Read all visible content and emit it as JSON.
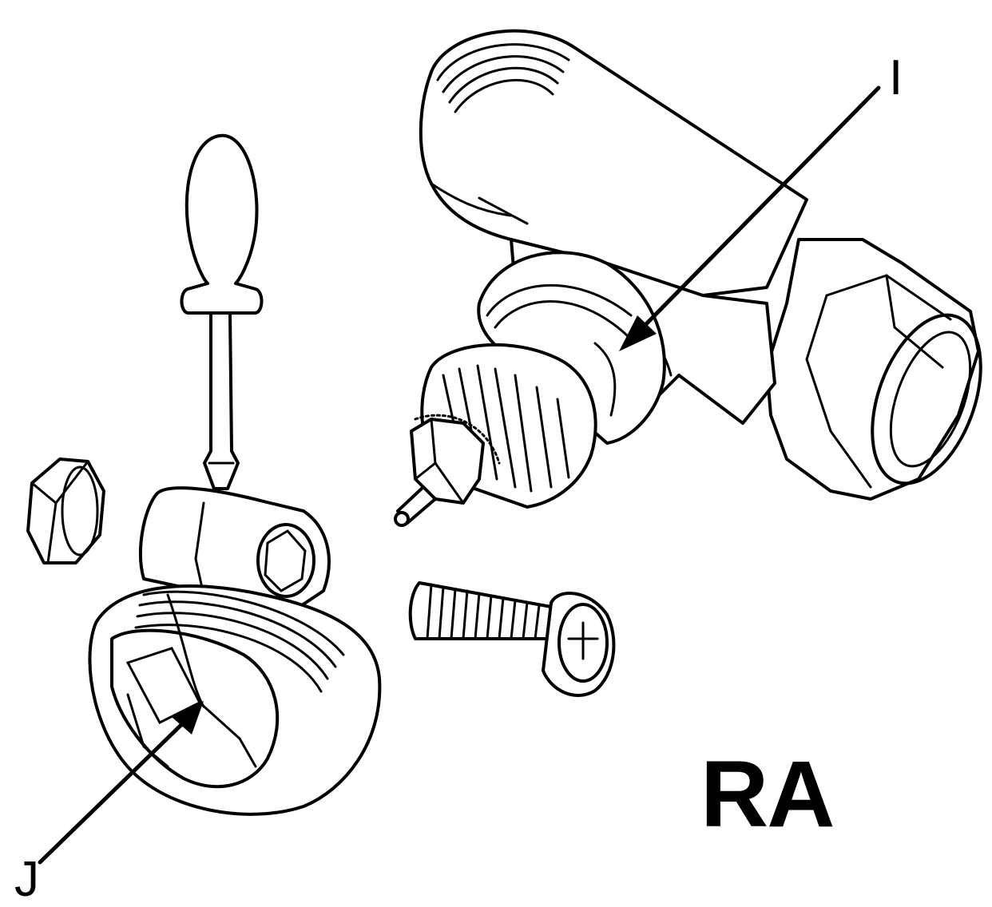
{
  "labels": {
    "callout_i": "I",
    "callout_j": "J",
    "model": "RA"
  }
}
